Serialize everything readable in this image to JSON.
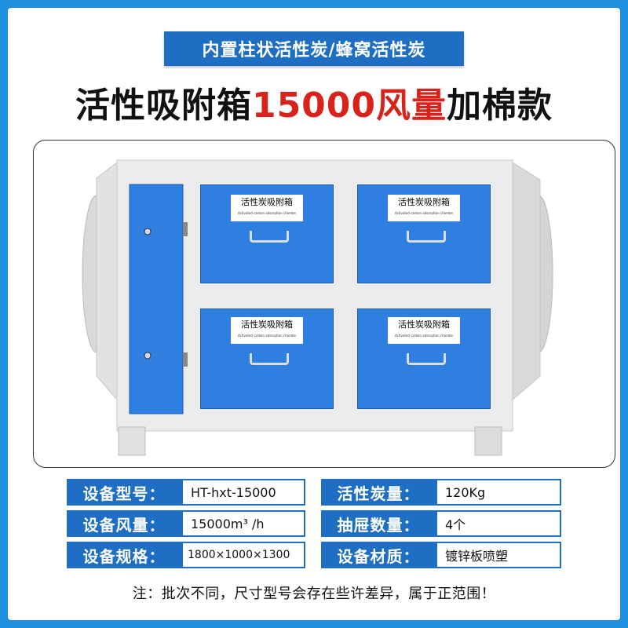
{
  "banner": {
    "subtitle": "内置柱状活性炭/蜂窝活性炭"
  },
  "headline": {
    "part1": "活性吸附箱",
    "part2": "15000风量",
    "part3": "加棉款"
  },
  "product": {
    "drawer_label_cn": "活性炭吸附箱",
    "drawer_label_en": "Activated carbon adsorption chambe"
  },
  "specs": [
    {
      "l1": "设备型号：",
      "v1": "HT-hxt-15000",
      "l2": "活性炭量：",
      "v2": "120Kg"
    },
    {
      "l1": "设备风量：",
      "v1": "15000m³ /h",
      "l2": "抽屉数量：",
      "v2": "4个"
    },
    {
      "l1": "设备规格：",
      "v1": "1800×1000×1300",
      "l2": "设备材质：",
      "v2": "镀锌板喷塑"
    }
  ],
  "note": "注：批次不同，尺寸型号会存在些许差异，属于正范围！",
  "colors": {
    "border": "#1f8fe0",
    "label_bg": "#1e6fc4",
    "accent_red": "#d8231d"
  }
}
